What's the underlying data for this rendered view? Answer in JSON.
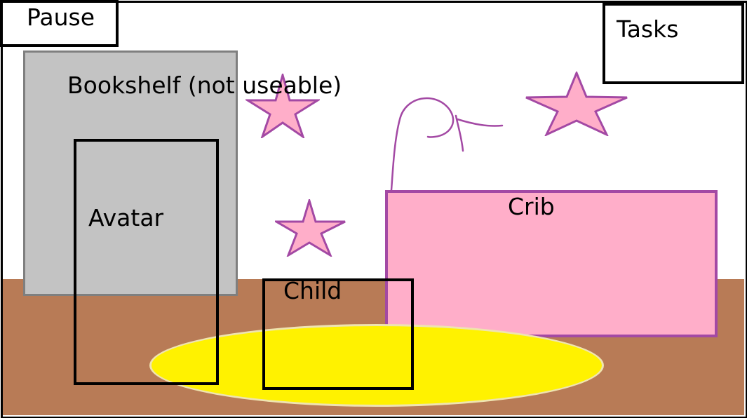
{
  "ui": {
    "pause_label": "Pause",
    "tasks_label": "Tasks"
  },
  "objects": {
    "bookshelf_label": "Bookshelf (not useable)",
    "avatar_label": "Avatar",
    "child_label": "Child",
    "crib_label": "Crib"
  },
  "colors": {
    "floor": "#b87b56",
    "bookshelf_fill": "#c3c3c3",
    "bookshelf_border": "#7f7f7f",
    "crib_fill": "#ffaec9",
    "crib_border": "#a349a4",
    "rug_fill": "#fff200",
    "star_fill": "#ffaec9",
    "star_stroke": "#a349a4"
  },
  "icons": {
    "stars": [
      "star-icon",
      "star-icon",
      "star-icon"
    ],
    "mobile": "mobile-string-icon"
  }
}
